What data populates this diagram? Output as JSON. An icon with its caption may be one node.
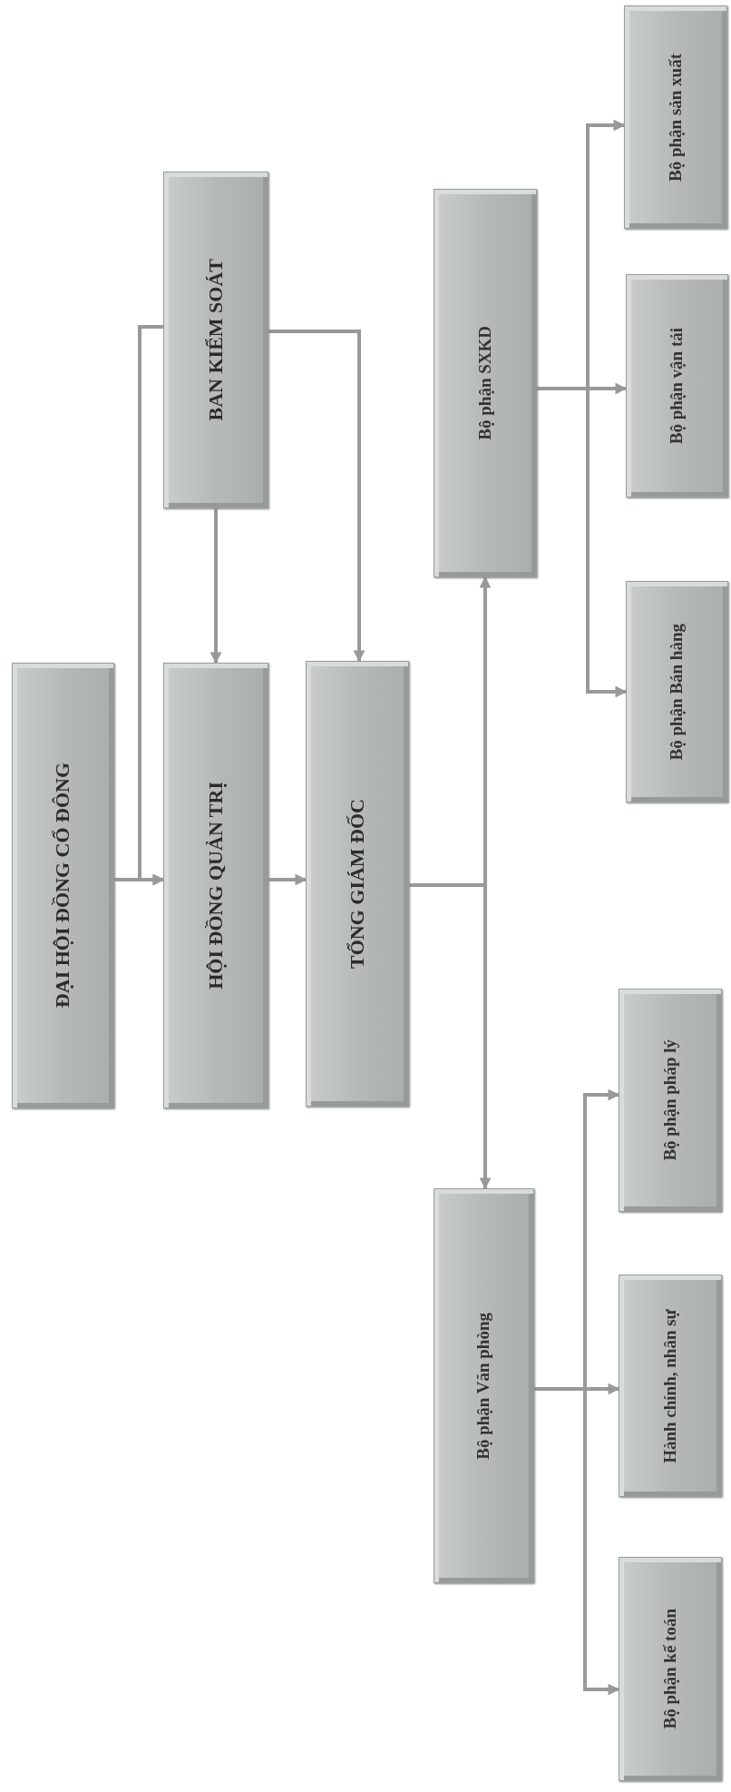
{
  "diagram": {
    "nodes": [
      {
        "text": [
          "ĐẠI HỘI ĐỒNG CỔ ĐÔNG"
        ]
      },
      {
        "text": [
          "BAN KIỂM SOÁT"
        ]
      },
      {
        "text": [
          "HỘI ĐỒNG QUẢN TRỊ"
        ]
      },
      {
        "text": [
          "TỔNG GIÁM ĐỐC"
        ]
      },
      {
        "text": [
          "Bộ phận SXKD"
        ]
      },
      {
        "text": [
          "Bộ phận Văn phòng"
        ]
      },
      {
        "text": [
          "Bộ phận sản xuất"
        ]
      },
      {
        "text": [
          "Bộ phận vận tải"
        ]
      },
      {
        "text": [
          "Bộ phận Bán hàng"
        ]
      },
      {
        "text": [
          "Bộ phận pháp lý"
        ]
      },
      {
        "text": [
          "Hành chính, nhân sự"
        ]
      },
      {
        "text": [
          "Bộ phận kế toán"
        ]
      }
    ],
    "edges": [
      {
        "from": 0,
        "to": 2,
        "arrow": "to"
      },
      {
        "from": 1,
        "to": 2,
        "arrow": "to"
      },
      {
        "from": 1,
        "to": 2,
        "arrow": "to"
      },
      {
        "from": 1,
        "to": 3,
        "arrow": "to"
      },
      {
        "from": 2,
        "to": 3,
        "arrow": "to"
      },
      {
        "from": 3,
        "to": 4,
        "arrow": "to"
      },
      {
        "from": 3,
        "to": 5,
        "arrow": "to"
      },
      {
        "from": 4,
        "to": 6,
        "arrow": "to"
      },
      {
        "from": 4,
        "to": 7,
        "arrow": "to"
      },
      {
        "from": 4,
        "to": 8,
        "arrow": "to"
      },
      {
        "from": 5,
        "to": 9,
        "arrow": "to"
      },
      {
        "from": 5,
        "to": 10,
        "arrow": "to"
      },
      {
        "from": 5,
        "to": 11,
        "arrow": "to"
      }
    ]
  }
}
